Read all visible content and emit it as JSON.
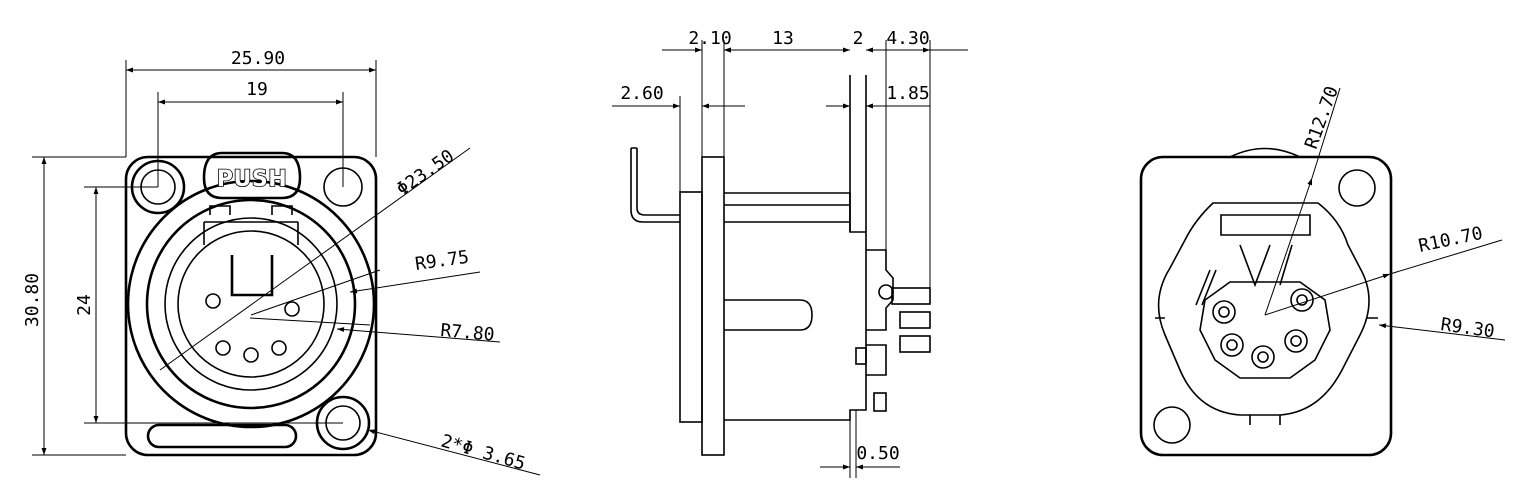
{
  "front_view": {
    "push_label": "PUSH",
    "dims": {
      "overall_width": "25.90",
      "hole_spacing_x": "19",
      "overall_height": "30.80",
      "hole_spacing_y": "24",
      "diameter_outer": "Φ23.50",
      "radius_outer": "R9.75",
      "radius_inner": "R7.80",
      "mount_holes": "2*Φ 3.65"
    }
  },
  "side_view": {
    "dims": {
      "a": "2.10",
      "b": "13",
      "c": "2",
      "d": "4.30",
      "e": "2.60",
      "f": "1.85",
      "g": "0.50"
    }
  },
  "rear_view": {
    "dims": {
      "radius_a": "R12.70",
      "radius_b": "R10.70",
      "radius_c": "R9.30"
    }
  }
}
